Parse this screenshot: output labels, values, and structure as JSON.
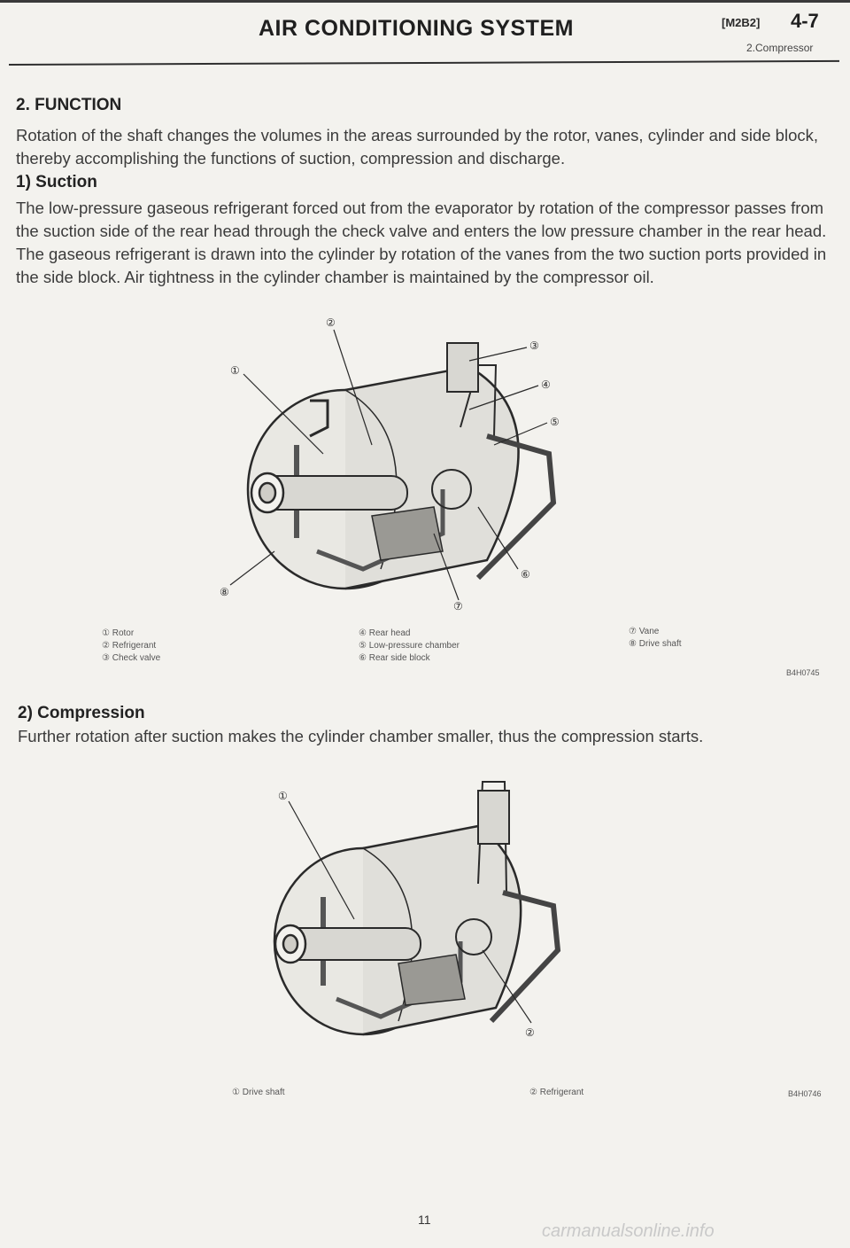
{
  "header": {
    "title": "AIR CONDITIONING SYSTEM",
    "code": "[M2B2]",
    "page_ref": "4-7",
    "subtitle": "2.Compressor"
  },
  "section": {
    "heading": "2. FUNCTION",
    "intro": "Rotation of the shaft changes the volumes in the areas surrounded by the rotor, vanes, cylinder and side block, thereby accomplishing the functions of suction, compression and discharge."
  },
  "suction": {
    "heading": "1) Suction",
    "text": "The low-pressure gaseous refrigerant forced out from the evaporator by rotation of the compressor passes from the suction side of the rear head through the check valve and enters the low pressure chamber in the rear head. The gaseous refrigerant is drawn into the cylinder by rotation of the vanes from the two suction ports provided in the side block. Air tightness in the cylinder chamber is maintained by the compressor oil.",
    "figure": {
      "callouts": [
        "①",
        "②",
        "③",
        "④",
        "⑤",
        "⑥",
        "⑦",
        "⑧"
      ],
      "legend": [
        "① Rotor",
        "② Refrigerant",
        "③ Check valve",
        "④ Rear head",
        "⑤ Low-pressure chamber",
        "⑥ Rear side block",
        "⑦ Vane",
        "⑧ Drive shaft"
      ],
      "code": "B4H0745"
    }
  },
  "compression": {
    "heading": "2) Compression",
    "text": "Further rotation after suction makes the cylinder chamber smaller, thus the compression starts.",
    "figure": {
      "callouts": [
        "①",
        "②"
      ],
      "legend": [
        "① Drive shaft",
        "② Refrigerant"
      ],
      "code": "B4H0746"
    }
  },
  "footer": {
    "page_number": "11",
    "watermark": "carmanualsonline.info"
  }
}
